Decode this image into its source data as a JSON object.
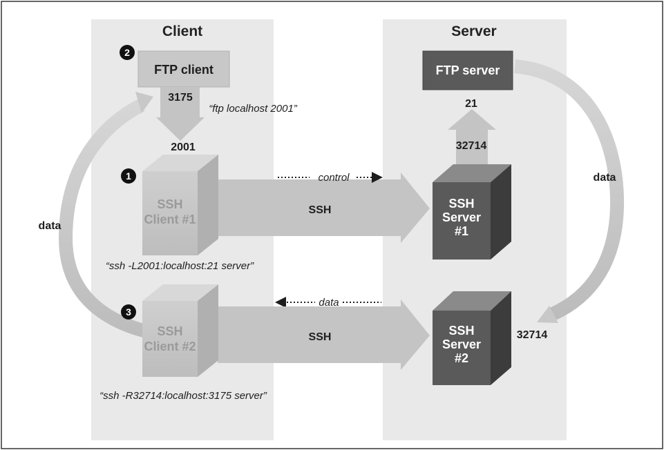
{
  "columns": {
    "client": "Client",
    "server": "Server"
  },
  "ftp_client": {
    "label": "FTP client",
    "step": "2"
  },
  "ftp_server": {
    "label": "FTP server"
  },
  "ports": {
    "client_source": "3175",
    "client_local": "2001",
    "server_ftp": "21",
    "server_tunnel_src": "32714",
    "server_remote": "32714"
  },
  "commands": {
    "ftp": "“ftp localhost 2001”",
    "ssh_local": "“ssh -L2001:localhost:21 server”",
    "ssh_remote": "“ssh -R32714:localhost:3175 server”"
  },
  "ssh_client_1": {
    "line1": "SSH",
    "line2": "Client #1",
    "step": "1"
  },
  "ssh_client_2": {
    "line1": "SSH",
    "line2": "Client #2",
    "step": "3"
  },
  "ssh_server_1": {
    "line1": "SSH",
    "line2": "Server",
    "line3": "#1"
  },
  "ssh_server_2": {
    "line1": "SSH",
    "line2": "Server",
    "line3": "#2"
  },
  "tunnels": {
    "tunnel_1": "SSH",
    "tunnel_2": "SSH",
    "control": "control",
    "data_back": "data"
  },
  "curves": {
    "left": "data",
    "right": "data"
  },
  "colors": {
    "panel": "#e9e9e9",
    "light_box": "#c8c8c8",
    "dark_box": "#5a5a5a",
    "arrow": "#c4c4c4"
  }
}
